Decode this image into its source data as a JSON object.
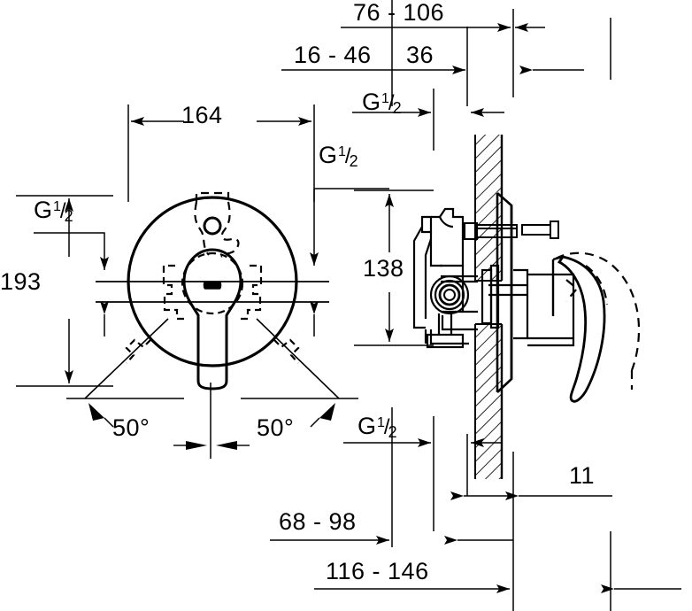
{
  "drawing": {
    "title": "Concealed single-lever bath mixer installation drawing",
    "type": "technical-dimension-drawing",
    "line_color": "#000000",
    "background": "#ffffff",
    "views": [
      {
        "name": "front-view",
        "description": "Round escutcheon plate with lever handle, front elevation"
      },
      {
        "name": "side-section-view",
        "description": "Sectional side view through wall with concealed valve body"
      }
    ]
  },
  "dimensions": {
    "top_outer": "76 - 106",
    "top_inner": "16 - 46",
    "top_short": "36",
    "front_width": "164",
    "front_height": "193",
    "side_height": "138",
    "wall_thickness": "11",
    "bottom_inner": "68 - 98",
    "bottom_outer": "116 - 146",
    "angle_left": "50°",
    "angle_right": "50°"
  },
  "thread_labels": {
    "g_letter": "G",
    "numerator": "1",
    "slash": "/",
    "denominator": "2",
    "front_left": "G 1/2",
    "front_top": "G 1/2",
    "side_top": "G 1/2",
    "side_bottom": "G 1/2"
  }
}
